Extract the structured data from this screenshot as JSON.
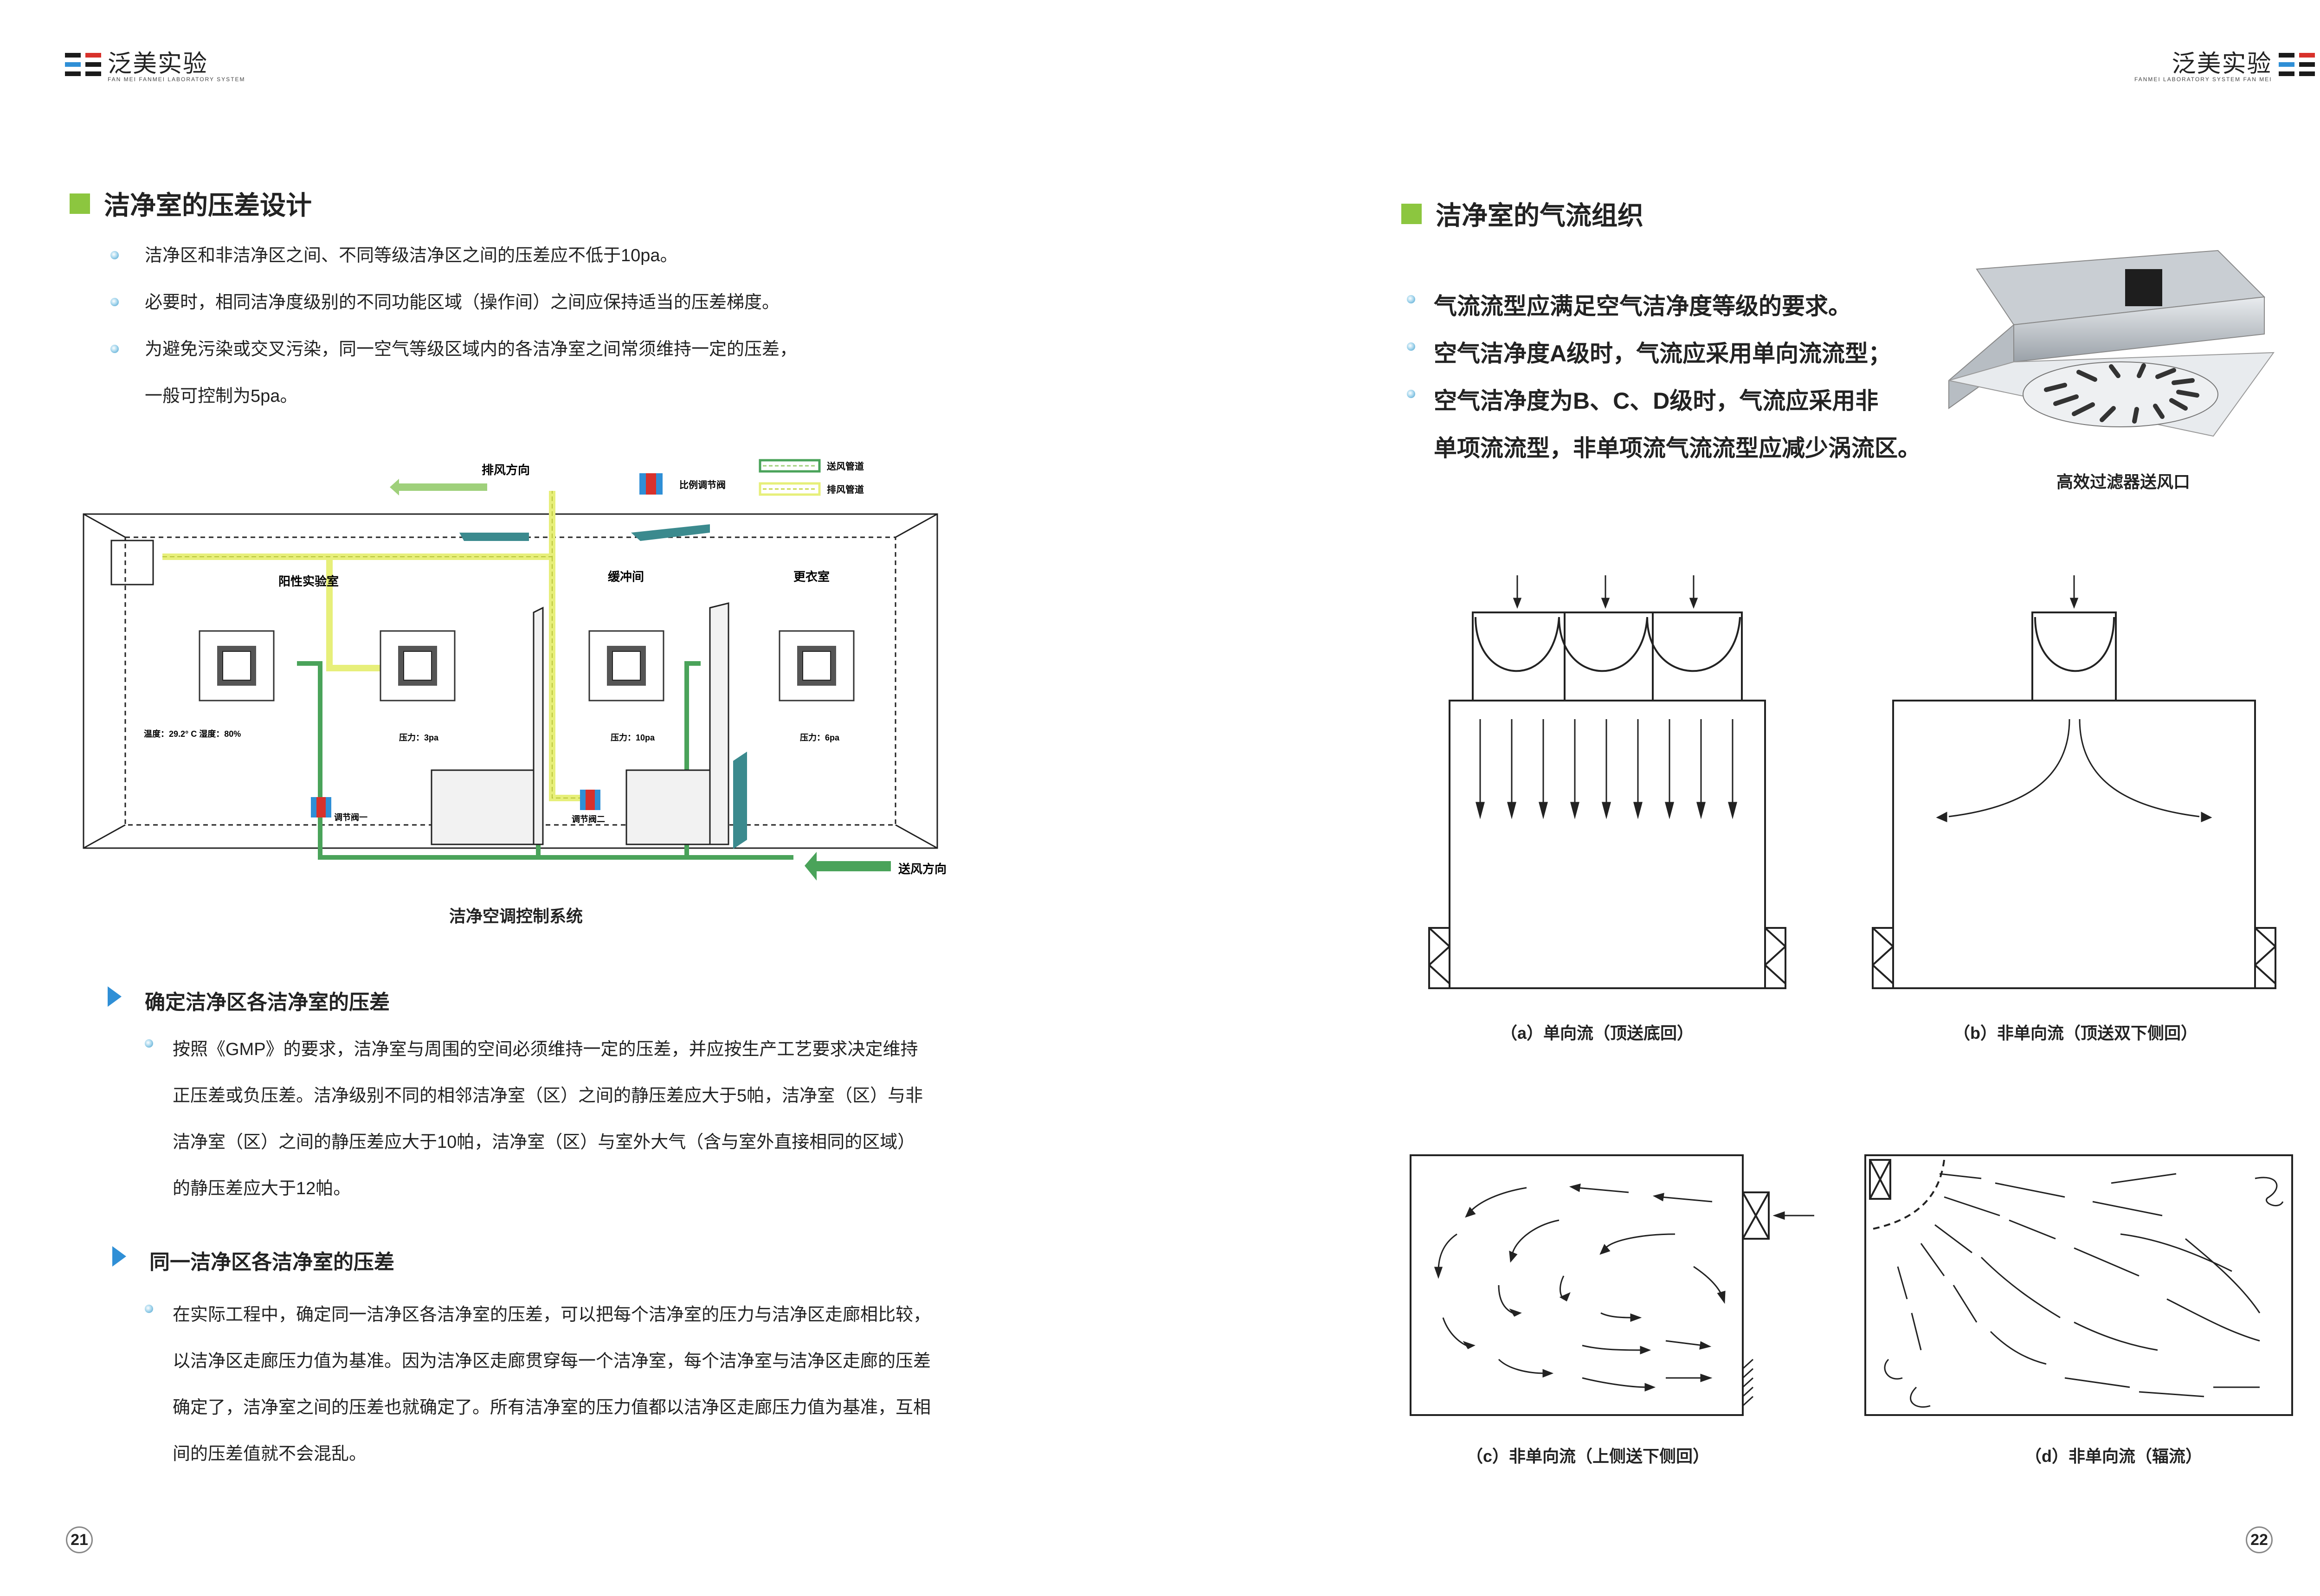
{
  "brand": {
    "name_cn": "泛美实验",
    "name_en": "FAN MEI",
    "subtitle_en": "FANMEI LABORATORY SYSTEM"
  },
  "left": {
    "section_title": "洁净室的压差设计",
    "bullets": [
      "洁净区和非洁净区之间、不同等级洁净区之间的压差应不低于10pa。",
      "必要时，相同洁净度级别的不同功能区域（操作间）之间应保持适当的压差梯度。",
      "为避免污染或交叉污染，同一空气等级区域内的各洁净室之间常须维持一定的压差，",
      "一般可控制为5pa。"
    ],
    "diagram": {
      "caption": "洁净空调控制系统",
      "exhaust_dir": "排风方向",
      "supply_dir": "送风方向",
      "prop_valve": "比例调节阀",
      "legend_supply": "送风管道",
      "legend_exhaust": "排风管道",
      "room_lab": "阳性实验室",
      "room_buffer": "缓冲间",
      "room_change": "更衣室",
      "temp_humidity": "温度：29.2° C  湿度：80%",
      "p1": "压力：3pa",
      "p2": "压力：10pa",
      "p3": "压力：6pa",
      "valve1": "调节阀一",
      "valve2": "调节阀二"
    },
    "sub1": {
      "title": "确定洁净区各洁净室的压差",
      "lines": [
        "按照《GMP》的要求，洁净室与周围的空间必须维持一定的压差，并应按生产工艺要求决定维持",
        "正压差或负压差。洁净级别不同的相邻洁净室（区）之间的静压差应大于5帕，洁净室（区）与非",
        "洁净室（区）之间的静压差应大于10帕，洁净室（区）与室外大气（含与室外直接相同的区域）",
        "的静压差应大于12帕。"
      ]
    },
    "sub2": {
      "title": "同一洁净区各洁净室的压差",
      "lines": [
        "在实际工程中，确定同一洁净区各洁净室的压差，可以把每个洁净室的压力与洁净区走廊相比较，",
        "以洁净区走廊压力值为基准。因为洁净区走廊贯穿每一个洁净室，每个洁净室与洁净区走廊的压差",
        "确定了，洁净室之间的压差也就确定了。所有洁净室的压力值都以洁净区走廊压力值为基准，互相",
        "间的压差值就不会混乱。"
      ]
    },
    "page_number": "21"
  },
  "right": {
    "section_title": "洁净室的气流组织",
    "bullets": [
      "气流流型应满足空气洁净度等级的要求。",
      "空气洁净度A级时，气流应采用单向流流型；",
      "空气洁净度为B、C、D级时，气流应采用非",
      "单项流流型，非单项流气流流型应减少涡流区。"
    ],
    "product_caption": "高效过滤器送风口",
    "caption_a": "（a）单向流（顶送底回）",
    "caption_b": "（b）非单向流（顶送双下侧回）",
    "caption_c": "（c）非单向流（上侧送下侧回）",
    "caption_d": "（d）非单向流（辐流）",
    "page_number": "22"
  },
  "colors": {
    "accent_green": "#8cc63f",
    "duct_green": "#4aa35a",
    "duct_yellow": "#e7ef7a",
    "arrow_blue": "#2f8fd6",
    "duct_teal": "#3b8a8e"
  }
}
